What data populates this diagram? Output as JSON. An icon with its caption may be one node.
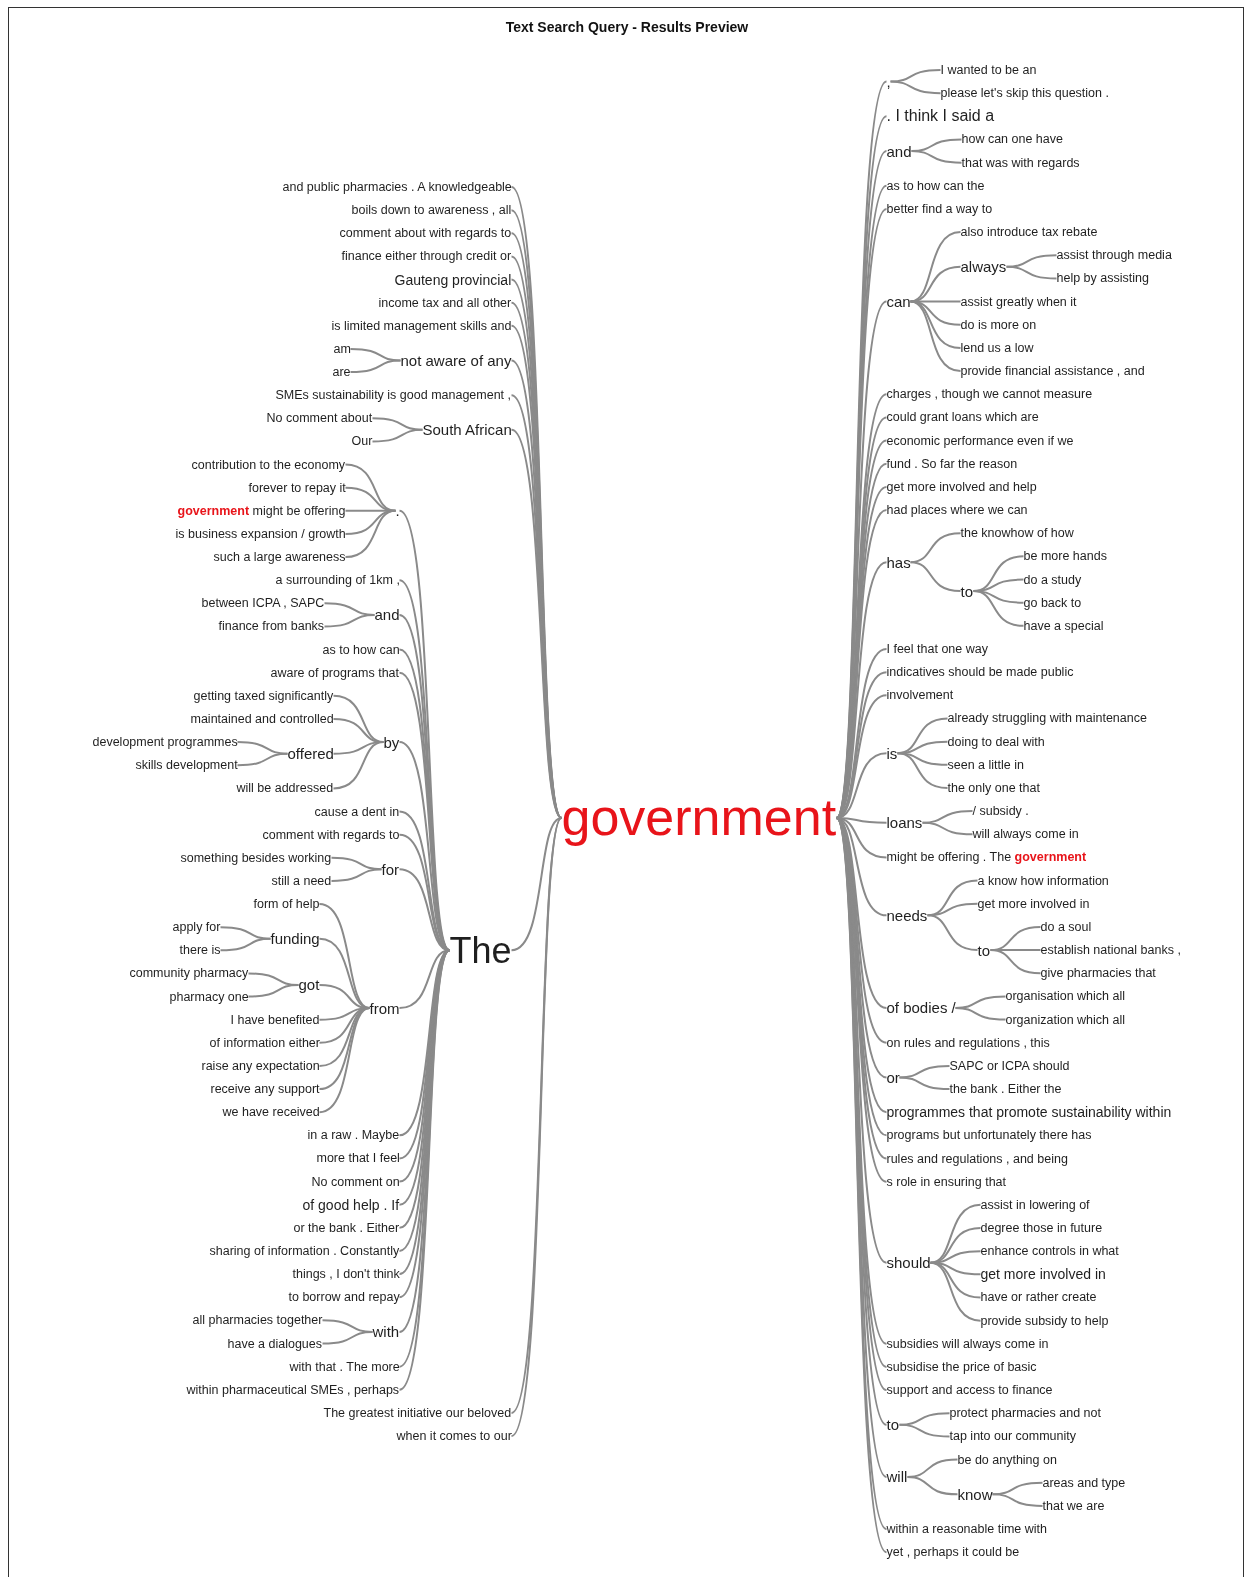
{
  "diagram": {
    "title": "Text Search Query - Results Preview",
    "nodes": [
      {
        "text": [
          "government"
        ]
      },
      {
        "text": [
          "and public pharmacies . A knowledgeable"
        ]
      },
      {
        "text": [
          "boils down to awareness , all"
        ]
      },
      {
        "text": [
          "comment about with regards to"
        ]
      },
      {
        "text": [
          "finance either through credit or"
        ]
      },
      {
        "text": [
          "Gauteng provincial"
        ]
      },
      {
        "text": [
          "income tax and all other"
        ]
      },
      {
        "text": [
          "is limited management skills and"
        ]
      },
      {
        "text": [
          "not aware of any"
        ]
      },
      {
        "text": [
          "am"
        ]
      },
      {
        "text": [
          "are"
        ]
      },
      {
        "text": [
          "SMEs sustainability is good management ,"
        ]
      },
      {
        "text": [
          "South African"
        ]
      },
      {
        "text": [
          "No comment about"
        ]
      },
      {
        "text": [
          "Our"
        ]
      },
      {
        "text": [
          "The"
        ]
      },
      {
        "text": [
          "."
        ]
      },
      {
        "text": [
          "contribution to the economy"
        ]
      },
      {
        "text": [
          "forever to repay it"
        ]
      },
      {
        "text": [
          "**government** might be offering"
        ]
      },
      {
        "text": [
          "is business expansion / growth"
        ]
      },
      {
        "text": [
          "such a large awareness"
        ]
      },
      {
        "text": [
          "a surrounding of 1km ,"
        ]
      },
      {
        "text": [
          "and"
        ]
      },
      {
        "text": [
          "between ICPA , SAPC"
        ]
      },
      {
        "text": [
          "finance from banks"
        ]
      },
      {
        "text": [
          "as to how can"
        ]
      },
      {
        "text": [
          "aware of programs that"
        ]
      },
      {
        "text": [
          "by"
        ]
      },
      {
        "text": [
          "getting taxed significantly"
        ]
      },
      {
        "text": [
          "maintained and controlled"
        ]
      },
      {
        "text": [
          "offered"
        ]
      },
      {
        "text": [
          "development programmes"
        ]
      },
      {
        "text": [
          "skills development"
        ]
      },
      {
        "text": [
          "will be addressed"
        ]
      },
      {
        "text": [
          "cause a dent in"
        ]
      },
      {
        "text": [
          "comment with regards to"
        ]
      },
      {
        "text": [
          "for"
        ]
      },
      {
        "text": [
          "something besides working"
        ]
      },
      {
        "text": [
          "still a need"
        ]
      },
      {
        "text": [
          "from"
        ]
      },
      {
        "text": [
          "form of help"
        ]
      },
      {
        "text": [
          "funding"
        ]
      },
      {
        "text": [
          "apply for"
        ]
      },
      {
        "text": [
          "there is"
        ]
      },
      {
        "text": [
          "got"
        ]
      },
      {
        "text": [
          "community pharmacy"
        ]
      },
      {
        "text": [
          "pharmacy one"
        ]
      },
      {
        "text": [
          "I have benefited"
        ]
      },
      {
        "text": [
          "of information either"
        ]
      },
      {
        "text": [
          "raise any expectation"
        ]
      },
      {
        "text": [
          "receive any support"
        ]
      },
      {
        "text": [
          "we have received"
        ]
      },
      {
        "text": [
          "in a raw . Maybe"
        ]
      },
      {
        "text": [
          "more that I feel"
        ]
      },
      {
        "text": [
          "No comment on"
        ]
      },
      {
        "text": [
          "of good help . If"
        ]
      },
      {
        "text": [
          "or the bank . Either"
        ]
      },
      {
        "text": [
          "sharing of information . Constantly"
        ]
      },
      {
        "text": [
          "things , I don't think"
        ]
      },
      {
        "text": [
          "to borrow and repay"
        ]
      },
      {
        "text": [
          "with"
        ]
      },
      {
        "text": [
          "all pharmacies together"
        ]
      },
      {
        "text": [
          "have a dialogues"
        ]
      },
      {
        "text": [
          "with that . The more"
        ]
      },
      {
        "text": [
          "within pharmaceutical SMEs , perhaps"
        ]
      },
      {
        "text": [
          "The greatest initiative our beloved"
        ]
      },
      {
        "text": [
          "when it comes to our"
        ]
      },
      {
        "text": [
          ","
        ]
      },
      {
        "text": [
          "I wanted to be an"
        ]
      },
      {
        "text": [
          "please let's skip this question ."
        ]
      },
      {
        "text": [
          ". I think I said a"
        ]
      },
      {
        "text": [
          "and"
        ]
      },
      {
        "text": [
          "how can one have"
        ]
      },
      {
        "text": [
          "that was with regards"
        ]
      },
      {
        "text": [
          "as to how can the"
        ]
      },
      {
        "text": [
          "better find a way to"
        ]
      },
      {
        "text": [
          "can"
        ]
      },
      {
        "text": [
          "also introduce tax rebate"
        ]
      },
      {
        "text": [
          "always"
        ]
      },
      {
        "text": [
          "assist through media"
        ]
      },
      {
        "text": [
          "help by assisting"
        ]
      },
      {
        "text": [
          "assist greatly when it"
        ]
      },
      {
        "text": [
          "do is more on"
        ]
      },
      {
        "text": [
          "lend us a low"
        ]
      },
      {
        "text": [
          "provide financial assistance , and"
        ]
      },
      {
        "text": [
          "charges , though we cannot measure"
        ]
      },
      {
        "text": [
          "could grant loans which are"
        ]
      },
      {
        "text": [
          "economic performance even if we"
        ]
      },
      {
        "text": [
          "fund . So far the reason"
        ]
      },
      {
        "text": [
          "get more involved and help"
        ]
      },
      {
        "text": [
          "had places where we can"
        ]
      },
      {
        "text": [
          "has"
        ]
      },
      {
        "text": [
          "the knowhow of how"
        ]
      },
      {
        "text": [
          "to"
        ]
      },
      {
        "text": [
          "be more hands"
        ]
      },
      {
        "text": [
          "do a study"
        ]
      },
      {
        "text": [
          "go back to"
        ]
      },
      {
        "text": [
          "have a special"
        ]
      },
      {
        "text": [
          "I feel that one way"
        ]
      },
      {
        "text": [
          "indicatives should be made public"
        ]
      },
      {
        "text": [
          "involvement"
        ]
      },
      {
        "text": [
          "is"
        ]
      },
      {
        "text": [
          "already struggling with maintenance"
        ]
      },
      {
        "text": [
          "doing to deal with"
        ]
      },
      {
        "text": [
          "seen a little in"
        ]
      },
      {
        "text": [
          "the only one that"
        ]
      },
      {
        "text": [
          "loans"
        ]
      },
      {
        "text": [
          "/ subsidy ."
        ]
      },
      {
        "text": [
          "will always come in"
        ]
      },
      {
        "text": [
          "might be offering . The **government**"
        ]
      },
      {
        "text": [
          "needs"
        ]
      },
      {
        "text": [
          "a know how information"
        ]
      },
      {
        "text": [
          "get more involved in"
        ]
      },
      {
        "text": [
          "to"
        ]
      },
      {
        "text": [
          "do a soul"
        ]
      },
      {
        "text": [
          "establish national banks ,"
        ]
      },
      {
        "text": [
          "give pharmacies that"
        ]
      },
      {
        "text": [
          "of bodies /"
        ]
      },
      {
        "text": [
          "organisation which all"
        ]
      },
      {
        "text": [
          "organization which all"
        ]
      },
      {
        "text": [
          "on rules and regulations , this"
        ]
      },
      {
        "text": [
          "or"
        ]
      },
      {
        "text": [
          "SAPC or ICPA should"
        ]
      },
      {
        "text": [
          "the bank . Either the"
        ]
      },
      {
        "text": [
          "programmes that promote sustainability within"
        ]
      },
      {
        "text": [
          "programs but unfortunately there has"
        ]
      },
      {
        "text": [
          "rules and regulations , and being"
        ]
      },
      {
        "text": [
          "s role in ensuring that"
        ]
      },
      {
        "text": [
          "should"
        ]
      },
      {
        "text": [
          "assist in lowering of"
        ]
      },
      {
        "text": [
          "degree those in future"
        ]
      },
      {
        "text": [
          "enhance controls in what"
        ]
      },
      {
        "text": [
          "get more involved in"
        ]
      },
      {
        "text": [
          "have or rather create"
        ]
      },
      {
        "text": [
          "provide subsidy to help"
        ]
      },
      {
        "text": [
          "subsidies will always come in"
        ]
      },
      {
        "text": [
          "subsidise the price of basic"
        ]
      },
      {
        "text": [
          "support and access to finance"
        ]
      },
      {
        "text": [
          "to"
        ]
      },
      {
        "text": [
          "protect pharmacies and not"
        ]
      },
      {
        "text": [
          "tap into our community"
        ]
      },
      {
        "text": [
          "will"
        ]
      },
      {
        "text": [
          "be do anything on"
        ]
      },
      {
        "text": [
          "know"
        ]
      },
      {
        "text": [
          "areas and type"
        ]
      },
      {
        "text": [
          "that we are"
        ]
      },
      {
        "text": [
          "within a reasonable time with"
        ]
      },
      {
        "text": [
          "yet , perhaps it could be"
        ]
      }
    ],
    "edges": [
      {
        "from": 0,
        "to": 1,
        "arrow": "none"
      },
      {
        "from": 0,
        "to": 2,
        "arrow": "none"
      },
      {
        "from": 0,
        "to": 3,
        "arrow": "none"
      },
      {
        "from": 0,
        "to": 4,
        "arrow": "none"
      },
      {
        "from": 0,
        "to": 5,
        "arrow": "none"
      },
      {
        "from": 0,
        "to": 6,
        "arrow": "none"
      },
      {
        "from": 0,
        "to": 7,
        "arrow": "none"
      },
      {
        "from": 0,
        "to": 8,
        "arrow": "none"
      },
      {
        "from": 8,
        "to": 9,
        "arrow": "none"
      },
      {
        "from": 8,
        "to": 10,
        "arrow": "none"
      },
      {
        "from": 0,
        "to": 11,
        "arrow": "none"
      },
      {
        "from": 0,
        "to": 12,
        "arrow": "none"
      },
      {
        "from": 12,
        "to": 13,
        "arrow": "none"
      },
      {
        "from": 12,
        "to": 14,
        "arrow": "none"
      },
      {
        "from": 0,
        "to": 15,
        "arrow": "none"
      },
      {
        "from": 15,
        "to": 16,
        "arrow": "none"
      },
      {
        "from": 16,
        "to": 17,
        "arrow": "none"
      },
      {
        "from": 16,
        "to": 18,
        "arrow": "none"
      },
      {
        "from": 16,
        "to": 19,
        "arrow": "none"
      },
      {
        "from": 16,
        "to": 20,
        "arrow": "none"
      },
      {
        "from": 16,
        "to": 21,
        "arrow": "none"
      },
      {
        "from": 15,
        "to": 22,
        "arrow": "none"
      },
      {
        "from": 15,
        "to": 23,
        "arrow": "none"
      },
      {
        "from": 23,
        "to": 24,
        "arrow": "none"
      },
      {
        "from": 23,
        "to": 25,
        "arrow": "none"
      },
      {
        "from": 15,
        "to": 26,
        "arrow": "none"
      },
      {
        "from": 15,
        "to": 27,
        "arrow": "none"
      },
      {
        "from": 15,
        "to": 28,
        "arrow": "none"
      },
      {
        "from": 28,
        "to": 29,
        "arrow": "none"
      },
      {
        "from": 28,
        "to": 30,
        "arrow": "none"
      },
      {
        "from": 28,
        "to": 31,
        "arrow": "none"
      },
      {
        "from": 31,
        "to": 32,
        "arrow": "none"
      },
      {
        "from": 31,
        "to": 33,
        "arrow": "none"
      },
      {
        "from": 28,
        "to": 34,
        "arrow": "none"
      },
      {
        "from": 15,
        "to": 35,
        "arrow": "none"
      },
      {
        "from": 15,
        "to": 36,
        "arrow": "none"
      },
      {
        "from": 15,
        "to": 37,
        "arrow": "none"
      },
      {
        "from": 37,
        "to": 38,
        "arrow": "none"
      },
      {
        "from": 37,
        "to": 39,
        "arrow": "none"
      },
      {
        "from": 15,
        "to": 40,
        "arrow": "none"
      },
      {
        "from": 40,
        "to": 41,
        "arrow": "none"
      },
      {
        "from": 40,
        "to": 42,
        "arrow": "none"
      },
      {
        "from": 42,
        "to": 43,
        "arrow": "none"
      },
      {
        "from": 42,
        "to": 44,
        "arrow": "none"
      },
      {
        "from": 40,
        "to": 45,
        "arrow": "none"
      },
      {
        "from": 45,
        "to": 46,
        "arrow": "none"
      },
      {
        "from": 45,
        "to": 47,
        "arrow": "none"
      },
      {
        "from": 40,
        "to": 48,
        "arrow": "none"
      },
      {
        "from": 40,
        "to": 49,
        "arrow": "none"
      },
      {
        "from": 40,
        "to": 50,
        "arrow": "none"
      },
      {
        "from": 40,
        "to": 51,
        "arrow": "none"
      },
      {
        "from": 40,
        "to": 52,
        "arrow": "none"
      },
      {
        "from": 15,
        "to": 53,
        "arrow": "none"
      },
      {
        "from": 15,
        "to": 54,
        "arrow": "none"
      },
      {
        "from": 15,
        "to": 55,
        "arrow": "none"
      },
      {
        "from": 15,
        "to": 56,
        "arrow": "none"
      },
      {
        "from": 15,
        "to": 57,
        "arrow": "none"
      },
      {
        "from": 15,
        "to": 58,
        "arrow": "none"
      },
      {
        "from": 15,
        "to": 59,
        "arrow": "none"
      },
      {
        "from": 15,
        "to": 60,
        "arrow": "none"
      },
      {
        "from": 15,
        "to": 61,
        "arrow": "none"
      },
      {
        "from": 61,
        "to": 62,
        "arrow": "none"
      },
      {
        "from": 61,
        "to": 63,
        "arrow": "none"
      },
      {
        "from": 15,
        "to": 64,
        "arrow": "none"
      },
      {
        "from": 15,
        "to": 65,
        "arrow": "none"
      },
      {
        "from": 0,
        "to": 66,
        "arrow": "none"
      },
      {
        "from": 0,
        "to": 67,
        "arrow": "none"
      },
      {
        "from": 0,
        "to": 68,
        "arrow": "none"
      },
      {
        "from": 68,
        "to": 69,
        "arrow": "none"
      },
      {
        "from": 68,
        "to": 70,
        "arrow": "none"
      },
      {
        "from": 0,
        "to": 71,
        "arrow": "none"
      },
      {
        "from": 0,
        "to": 72,
        "arrow": "none"
      },
      {
        "from": 72,
        "to": 73,
        "arrow": "none"
      },
      {
        "from": 72,
        "to": 74,
        "arrow": "none"
      },
      {
        "from": 0,
        "to": 75,
        "arrow": "none"
      },
      {
        "from": 0,
        "to": 76,
        "arrow": "none"
      },
      {
        "from": 0,
        "to": 77,
        "arrow": "none"
      },
      {
        "from": 77,
        "to": 78,
        "arrow": "none"
      },
      {
        "from": 77,
        "to": 79,
        "arrow": "none"
      },
      {
        "from": 79,
        "to": 80,
        "arrow": "none"
      },
      {
        "from": 79,
        "to": 81,
        "arrow": "none"
      },
      {
        "from": 77,
        "to": 82,
        "arrow": "none"
      },
      {
        "from": 77,
        "to": 83,
        "arrow": "none"
      },
      {
        "from": 77,
        "to": 84,
        "arrow": "none"
      },
      {
        "from": 77,
        "to": 85,
        "arrow": "none"
      },
      {
        "from": 0,
        "to": 86,
        "arrow": "none"
      },
      {
        "from": 0,
        "to": 87,
        "arrow": "none"
      },
      {
        "from": 0,
        "to": 88,
        "arrow": "none"
      },
      {
        "from": 0,
        "to": 89,
        "arrow": "none"
      },
      {
        "from": 0,
        "to": 90,
        "arrow": "none"
      },
      {
        "from": 0,
        "to": 91,
        "arrow": "none"
      },
      {
        "from": 0,
        "to": 92,
        "arrow": "none"
      },
      {
        "from": 92,
        "to": 93,
        "arrow": "none"
      },
      {
        "from": 92,
        "to": 94,
        "arrow": "none"
      },
      {
        "from": 94,
        "to": 95,
        "arrow": "none"
      },
      {
        "from": 94,
        "to": 96,
        "arrow": "none"
      },
      {
        "from": 94,
        "to": 97,
        "arrow": "none"
      },
      {
        "from": 94,
        "to": 98,
        "arrow": "none"
      },
      {
        "from": 0,
        "to": 99,
        "arrow": "none"
      },
      {
        "from": 0,
        "to": 100,
        "arrow": "none"
      },
      {
        "from": 0,
        "to": 101,
        "arrow": "none"
      },
      {
        "from": 0,
        "to": 102,
        "arrow": "none"
      },
      {
        "from": 102,
        "to": 103,
        "arrow": "none"
      },
      {
        "from": 102,
        "to": 104,
        "arrow": "none"
      },
      {
        "from": 102,
        "to": 105,
        "arrow": "none"
      },
      {
        "from": 102,
        "to": 106,
        "arrow": "none"
      },
      {
        "from": 0,
        "to": 107,
        "arrow": "none"
      },
      {
        "from": 107,
        "to": 108,
        "arrow": "none"
      },
      {
        "from": 107,
        "to": 109,
        "arrow": "none"
      },
      {
        "from": 0,
        "to": 110,
        "arrow": "none"
      },
      {
        "from": 0,
        "to": 111,
        "arrow": "none"
      },
      {
        "from": 111,
        "to": 112,
        "arrow": "none"
      },
      {
        "from": 111,
        "to": 113,
        "arrow": "none"
      },
      {
        "from": 111,
        "to": 114,
        "arrow": "none"
      },
      {
        "from": 114,
        "to": 115,
        "arrow": "none"
      },
      {
        "from": 114,
        "to": 116,
        "arrow": "none"
      },
      {
        "from": 114,
        "to": 117,
        "arrow": "none"
      },
      {
        "from": 0,
        "to": 118,
        "arrow": "none"
      },
      {
        "from": 118,
        "to": 119,
        "arrow": "none"
      },
      {
        "from": 118,
        "to": 120,
        "arrow": "none"
      },
      {
        "from": 0,
        "to": 121,
        "arrow": "none"
      },
      {
        "from": 0,
        "to": 122,
        "arrow": "none"
      },
      {
        "from": 122,
        "to": 123,
        "arrow": "none"
      },
      {
        "from": 122,
        "to": 124,
        "arrow": "none"
      },
      {
        "from": 0,
        "to": 125,
        "arrow": "none"
      },
      {
        "from": 0,
        "to": 126,
        "arrow": "none"
      },
      {
        "from": 0,
        "to": 127,
        "arrow": "none"
      },
      {
        "from": 0,
        "to": 128,
        "arrow": "none"
      },
      {
        "from": 0,
        "to": 129,
        "arrow": "none"
      },
      {
        "from": 129,
        "to": 130,
        "arrow": "none"
      },
      {
        "from": 129,
        "to": 131,
        "arrow": "none"
      },
      {
        "from": 129,
        "to": 132,
        "arrow": "none"
      },
      {
        "from": 129,
        "to": 133,
        "arrow": "none"
      },
      {
        "from": 129,
        "to": 134,
        "arrow": "none"
      },
      {
        "from": 129,
        "to": 135,
        "arrow": "none"
      },
      {
        "from": 0,
        "to": 136,
        "arrow": "none"
      },
      {
        "from": 0,
        "to": 137,
        "arrow": "none"
      },
      {
        "from": 0,
        "to": 138,
        "arrow": "none"
      },
      {
        "from": 0,
        "to": 139,
        "arrow": "none"
      },
      {
        "from": 139,
        "to": 140,
        "arrow": "none"
      },
      {
        "from": 139,
        "to": 141,
        "arrow": "none"
      },
      {
        "from": 0,
        "to": 142,
        "arrow": "none"
      },
      {
        "from": 142,
        "to": 143,
        "arrow": "none"
      },
      {
        "from": 142,
        "to": 144,
        "arrow": "none"
      },
      {
        "from": 144,
        "to": 145,
        "arrow": "none"
      },
      {
        "from": 144,
        "to": 146,
        "arrow": "none"
      },
      {
        "from": 0,
        "to": 147,
        "arrow": "none"
      },
      {
        "from": 0,
        "to": 148,
        "arrow": "none"
      }
    ]
  }
}
